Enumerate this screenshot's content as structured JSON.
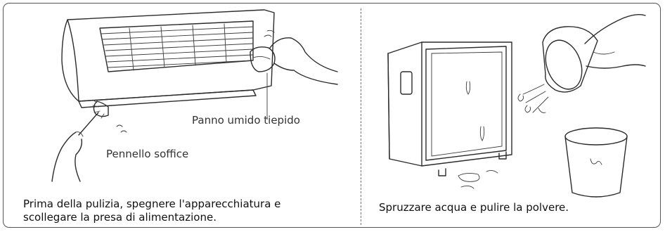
{
  "left_panel": {
    "label_cloth": "Panno umido tiepido",
    "label_brush": "Pennello soffice",
    "caption_line1": "Prima della pulizia, spegnere l'apparecchiatura e",
    "caption_line2": "scollegare la presa di alimentazione."
  },
  "right_panel": {
    "caption": "Spruzzare acqua e pulire la polvere."
  },
  "colors": {
    "border": "#555555",
    "line": "#2b2b2b",
    "water": "#dfe8ee"
  }
}
